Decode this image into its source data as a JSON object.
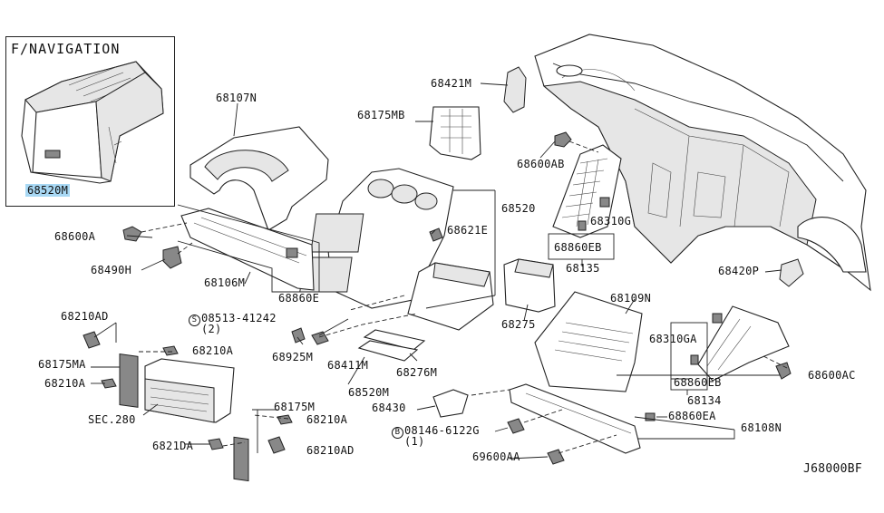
{
  "inset": {
    "title": "F/NAVIGATION",
    "part": "68520M"
  },
  "labels": {
    "p68107N": "68107N",
    "p68175MB": "68175MB",
    "p68421M": "68421M",
    "p68600AB": "68600AB",
    "p68520": "68520",
    "p68621E": "68621E",
    "p68310G": "68310G",
    "p68860EB_top": "68860EB",
    "p68135": "68135",
    "p68600A": "68600A",
    "p68490H": "68490H",
    "p68106M": "68106M",
    "p68860E": "68860E",
    "p68420P": "68420P",
    "p68109N": "68109N",
    "p68275": "68275",
    "p68210AD_top": "68210AD",
    "screw_code": "08513-41242",
    "screw_qty": "(2)",
    "screw_letter": "S",
    "p68175MA": "68175MA",
    "p68210A_1": "68210A",
    "p68925M": "68925M",
    "p68411M": "68411M",
    "p68276M": "68276M",
    "p68310GA": "68310GA",
    "p68600AC": "68600AC",
    "p68210A_2": "68210A",
    "p68860EB_bot": "68860EB",
    "p68134": "68134",
    "p68520M": "68520M",
    "sec280": "SEC.280",
    "p68175M": "68175M",
    "p68430": "68430",
    "p68860EA": "68860EA",
    "p68210A_3": "68210A",
    "bolt_letter": "B",
    "bolt_code": "08146-6122G",
    "bolt_qty": "(1)",
    "p68108N": "68108N",
    "p6821DA": "6821DA",
    "p68210AD_bot": "68210AD",
    "p69600AA": "69600AA",
    "drawing_code": "J68000BF"
  },
  "colors": {
    "highlight": "#a8d8f4",
    "line": "#222222"
  }
}
